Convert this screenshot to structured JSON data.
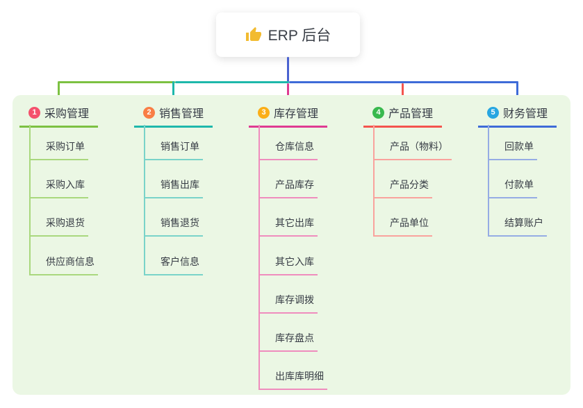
{
  "root": {
    "icon": "thumbs-up",
    "label": "ERP 后台"
  },
  "colors": {
    "canvas_bg": "#ffffff",
    "panel_bg": "#ebf7e4",
    "text": "#363b44",
    "root_connector": "#4a62d1",
    "thumb_icon": "#f2bb30"
  },
  "branches": [
    {
      "badge": "1",
      "label": "采购管理",
      "badge_color": "#f4516c",
      "line_color": "#7cc142",
      "sub_line_color": "#a9d87d",
      "children": [
        "采购订单",
        "采购入库",
        "采购退货",
        "供应商信息"
      ]
    },
    {
      "badge": "2",
      "label": "销售管理",
      "badge_color": "#f97e45",
      "line_color": "#1eb8ab",
      "sub_line_color": "#79d3c9",
      "children": [
        "销售订单",
        "销售出库",
        "销售退货",
        "客户信息"
      ]
    },
    {
      "badge": "3",
      "label": "库存管理",
      "badge_color": "#fbae17",
      "line_color": "#df3a92",
      "sub_line_color": "#ef8cbd",
      "children": [
        "仓库信息",
        "产品库存",
        "其它出库",
        "其它入库",
        "库存调拨",
        "库存盘点",
        "出库库明细"
      ]
    },
    {
      "badge": "4",
      "label": "产品管理",
      "badge_color": "#39b94e",
      "line_color": "#f4544e",
      "sub_line_color": "#f9a29d",
      "children": [
        "产品（物料）",
        "产品分类",
        "产品单位"
      ]
    },
    {
      "badge": "5",
      "label": "财务管理",
      "badge_color": "#27a6e1",
      "line_color": "#3e6bd8",
      "sub_line_color": "#95ace4",
      "children": [
        "回款单",
        "付款单",
        "结算账户"
      ]
    }
  ]
}
